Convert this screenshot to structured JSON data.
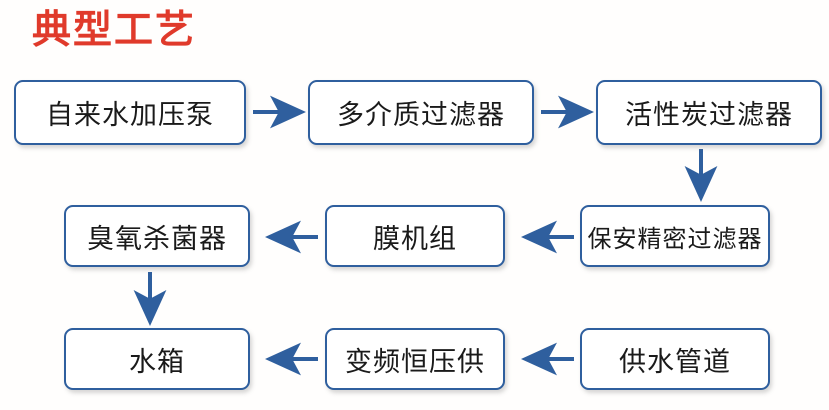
{
  "title": "典型工艺",
  "colors": {
    "title": "#e03a2b",
    "node_border": "#2f5f9e",
    "node_fill": "#ffffff",
    "arrow": "#2f5f9e",
    "background": "#fffefd",
    "text": "#1a1a1a"
  },
  "diagram": {
    "type": "flowchart",
    "nodes": [
      {
        "id": "n1",
        "label": "自来水加压泵",
        "row": 1,
        "col": 1
      },
      {
        "id": "n2",
        "label": "多介质过滤器",
        "row": 1,
        "col": 2
      },
      {
        "id": "n3",
        "label": "活性炭过滤器",
        "row": 1,
        "col": 3
      },
      {
        "id": "n4",
        "label": "保安精密过滤器",
        "row": 2,
        "col": 3
      },
      {
        "id": "n5",
        "label": "膜机组",
        "row": 2,
        "col": 2
      },
      {
        "id": "n6",
        "label": "臭氧杀菌器",
        "row": 2,
        "col": 1
      },
      {
        "id": "n7",
        "label": "水箱",
        "row": 3,
        "col": 1
      },
      {
        "id": "n8",
        "label": "变频恒压供",
        "row": 3,
        "col": 2
      },
      {
        "id": "n9",
        "label": "供水管道",
        "row": 3,
        "col": 3
      }
    ],
    "edges": [
      {
        "from": "n1",
        "to": "n2",
        "direction": "right"
      },
      {
        "from": "n2",
        "to": "n3",
        "direction": "right"
      },
      {
        "from": "n3",
        "to": "n4",
        "direction": "down"
      },
      {
        "from": "n4",
        "to": "n5",
        "direction": "left"
      },
      {
        "from": "n5",
        "to": "n6",
        "direction": "left"
      },
      {
        "from": "n6",
        "to": "n7",
        "direction": "down"
      },
      {
        "from": "n9",
        "to": "n8",
        "direction": "left"
      },
      {
        "from": "n8",
        "to": "n7",
        "direction": "left"
      }
    ]
  }
}
